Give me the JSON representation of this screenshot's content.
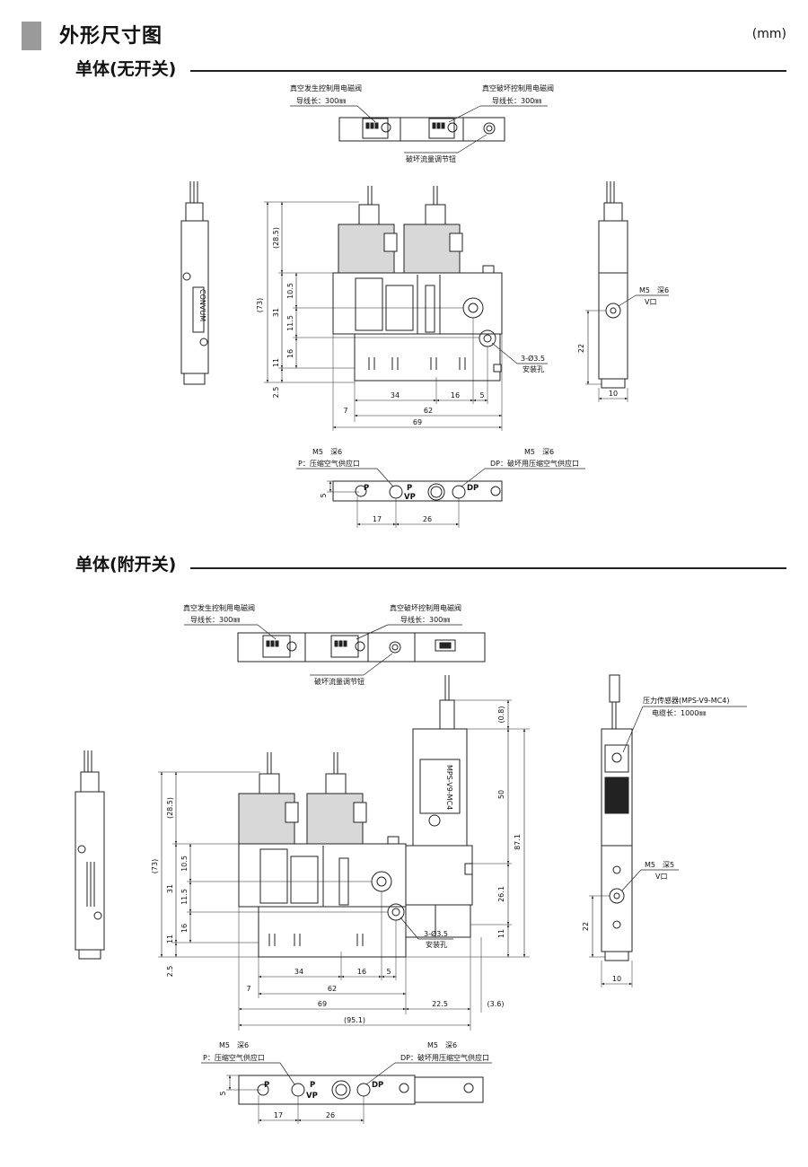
{
  "header": {
    "title": "外形尺寸图",
    "unit": "(mm)"
  },
  "section1": {
    "title": "单体(无开关)",
    "labels": {
      "vac_valve": "真空发生控制用电磁阀",
      "vac_lead": "导线长：300㎜",
      "brk_valve": "真空破坏控制用电磁阀",
      "brk_lead": "导线长：300㎜",
      "flow_knob": "破坏流量调节钮",
      "m5_v": "M5　深6",
      "v_port": "V口",
      "holes": "3-Ø3.5",
      "holes_note": "安装孔",
      "m5_p": "M5　深6",
      "p_port": "P：压缩空气供应口",
      "m5_dp": "M5　深6",
      "dp_port": "DP：破坏用压缩空气供应口",
      "mark_p": "P",
      "mark_vp": "VP",
      "mark_dp": "DP",
      "body_text": "CONVUM"
    },
    "dims": {
      "h73": "(73)",
      "h285": "(28.5)",
      "h31": "31",
      "h105": "10.5",
      "h115": "11.5",
      "h16": "16",
      "h11": "11",
      "h25": "2.5",
      "w34": "34",
      "w16": "16",
      "w5": "5",
      "w7": "7",
      "w62": "62",
      "w69": "69",
      "s22": "22",
      "s10": "10",
      "b5": "5",
      "b17": "17",
      "b26": "26"
    }
  },
  "section2": {
    "title": "单体(附开关)",
    "labels": {
      "vac_valve": "真空发生控制用电磁阀",
      "vac_lead": "导线长：300㎜",
      "brk_valve": "真空破坏控制用电磁阀",
      "brk_lead": "导线长：300㎜",
      "flow_knob": "破坏流量调节钮",
      "sensor": "压力传感器(MPS-V9-MC4)",
      "sensor_cable": "电缆长：1000㎜",
      "m5_v": "M5　深5",
      "v_port": "V口",
      "holes": "3-Ø3.5",
      "holes_note": "安装孔",
      "m5_p": "M5　深6",
      "p_port": "P：压缩空气供应口",
      "m5_dp": "M5　深6",
      "dp_port": "DP：破坏用压缩空气供应口",
      "mark_p": "P",
      "mark_vp": "VP",
      "mark_dp": "DP",
      "sensor_model": "MPS-V9-MC4"
    },
    "dims": {
      "h73": "(73)",
      "h285": "(28.5)",
      "h31": "31",
      "h105": "10.5",
      "h115": "11.5",
      "h16": "16",
      "h11": "11",
      "h25": "2.5",
      "w34": "34",
      "w16": "16",
      "w5": "5",
      "w7": "7",
      "w62": "62",
      "w69": "69",
      "w225": "22.5",
      "w36": "(3.6)",
      "w951": "(95.1)",
      "h08": "(0.8)",
      "h50": "50",
      "h871": "87.1",
      "h261": "26.1",
      "h11b": "11",
      "s22": "22",
      "s10": "10",
      "b5": "5",
      "b17": "17",
      "b26": "26"
    }
  }
}
